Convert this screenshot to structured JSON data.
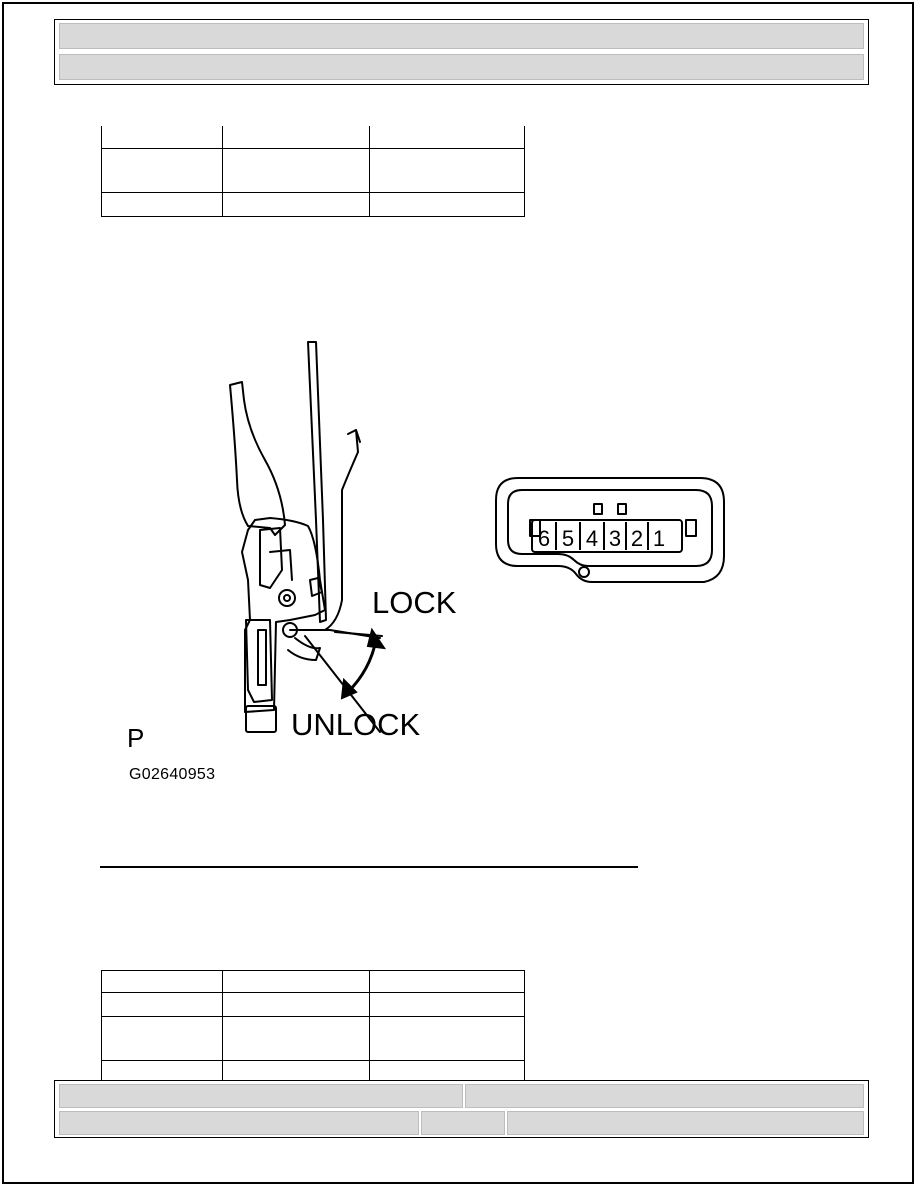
{
  "figure": {
    "labels": {
      "lock": "LOCK",
      "unlock": "UNLOCK",
      "p": "P",
      "code": "G02640953"
    },
    "connector_pins": [
      "6",
      "5",
      "4",
      "3",
      "2",
      "1"
    ]
  }
}
